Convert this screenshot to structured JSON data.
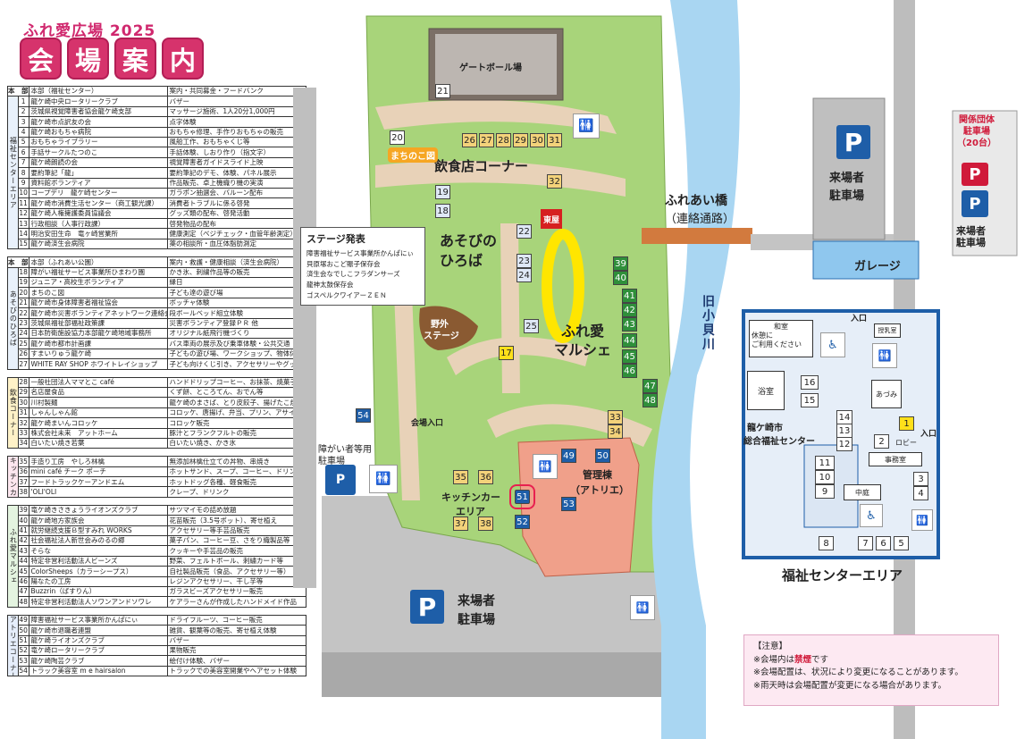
{
  "header": {
    "fair_title": "ふれ愛広場 2025",
    "title_chars": [
      "会",
      "場",
      "案",
      "内"
    ]
  },
  "booth_table": {
    "sections": [
      {
        "header": "本　部",
        "area_label": "福祉センターエリア",
        "hq_org": "本部（福祉センター）",
        "hq_desc": "案内・共同募金・フードバンク",
        "rows": [
          {
            "no": "1",
            "org": "龍ケ崎中央ロータリークラブ",
            "desc": "バザー"
          },
          {
            "no": "2",
            "org": "茨城県視覚障害者協会龍ケ崎支部",
            "desc": "マッサージ施術、1人20分1,000円"
          },
          {
            "no": "3",
            "org": "龍ケ崎市点訳友の会",
            "desc": "点字体験"
          },
          {
            "no": "4",
            "org": "龍ケ崎おもちゃ病院",
            "desc": "おもちゃ修理、手作りおもちゃの販売"
          },
          {
            "no": "5",
            "org": "おもちゃライブラリー",
            "desc": "風船工作、おもちゃくじ等"
          },
          {
            "no": "6",
            "org": "手話サークルたつのこ",
            "desc": "手話体験、しおり作り（指文字）"
          },
          {
            "no": "7",
            "org": "龍ケ崎朗読の会",
            "desc": "視覚障害者ガイドスライド上映"
          },
          {
            "no": "8",
            "org": "要約筆記「龍」",
            "desc": "要約筆記のデモ、体験、パネル展示"
          },
          {
            "no": "9",
            "org": "資料館ボランティア",
            "desc": "作品販売、卓上機織り機の実演"
          },
          {
            "no": "10",
            "org": "コープデリ　龍ケ崎センター",
            "desc": "ガラポン抽選会、バルーン配布"
          },
          {
            "no": "11",
            "org": "龍ケ崎市消費生活センター（商工観光課）",
            "desc": "消費者トラブルに係る啓発"
          },
          {
            "no": "12",
            "org": "龍ケ崎人権擁護委員協議会",
            "desc": "グッズ類の配布、啓発活動"
          },
          {
            "no": "13",
            "org": "行政相談（人事行政課）",
            "desc": "啓発物品の配布"
          },
          {
            "no": "14",
            "org": "明治安田生命　竜ヶ崎営業所",
            "desc": "健康測定（ベジチェック・血管年齢測定）"
          },
          {
            "no": "15",
            "org": "龍ケ崎済生会病院",
            "desc": "薬の相談所・血圧体脂肪測定"
          }
        ]
      },
      {
        "header": "本　部",
        "area_label": "あそびのひろば",
        "hq_org": "本部（ふれあい公園）",
        "hq_desc": "案内・救護・健康相談（済生会病院）",
        "rows": [
          {
            "no": "18",
            "org": "障がい福祉サービス事業所ひまわり園",
            "desc": "かき氷、刺繍作品等の販売"
          },
          {
            "no": "19",
            "org": "ジュニア・高校生ボランティア",
            "desc": "縁日"
          },
          {
            "no": "20",
            "org": "まちのこ図",
            "desc": "子ども達の遊び場"
          },
          {
            "no": "21",
            "org": "龍ケ崎市身体障害者福祉協会",
            "desc": "ボッチャ体験"
          },
          {
            "no": "22",
            "org": "龍ケ崎市災害ボランティアネットワーク連絡会",
            "desc": "段ボールベッド組立体験"
          },
          {
            "no": "23",
            "org": "茨城県福祉部福祉政策課",
            "desc": "災害ボランティア登録ＰＲ 他"
          },
          {
            "no": "24",
            "org": "日本防衛施設協力本部龍ケ崎地域事務所",
            "desc": "オリジナル紙飛行機づくり"
          },
          {
            "no": "25",
            "org": "龍ケ崎市都市計画課",
            "desc": "バス車両の展示及び乗車体験・公共交通"
          },
          {
            "no": "26",
            "org": "すまいりゅう龍ケ崎",
            "desc": "子どもの遊び場、ワークショップ、物体体験"
          },
          {
            "no": "27",
            "org": "WHITE RAY SHOP ホワイトレイショップ",
            "desc": "子ども向けくじ引き、アクセサリーやグッズの販売"
          }
        ]
      },
      {
        "header": "",
        "area_label": "飲食コーナー",
        "rows": [
          {
            "no": "28",
            "org": "一般社団法人ママとこ café",
            "desc": "ハンドドリップコーヒー、お抹茶、焼菓子等"
          },
          {
            "no": "29",
            "org": "名店屋食品",
            "desc": "くず餅、ところてん、おでん等"
          },
          {
            "no": "30",
            "org": "川村製麺",
            "desc": "龍ケ崎のまさば、とり皮餃子、揚げたこ焼き"
          },
          {
            "no": "31",
            "org": "しゃんしゃん館",
            "desc": "コロッケ、唐揚げ、弁当、プリン、アサイー"
          },
          {
            "no": "32",
            "org": "龍ケ崎まいんコロッケ",
            "desc": "コロッケ販売"
          },
          {
            "no": "33",
            "org": "株式会社未来　アットホーム",
            "desc": "豚汁とフランクフルトの販売"
          },
          {
            "no": "34",
            "org": "白いたい焼き若葉",
            "desc": "白いたい焼き、かき氷"
          }
        ]
      },
      {
        "header": "",
        "area_label": "キッチンカーコーナー",
        "rows": [
          {
            "no": "35",
            "org": "手造り工房　やしろ林檎",
            "desc": "無添加林檎仕立ての丼物、串焼き"
          },
          {
            "no": "36",
            "org": "mini café チーク ポーチ",
            "desc": "ホットサンド、スープ、コーヒー、ドリンク等"
          },
          {
            "no": "37",
            "org": "フードトラックケーアンドエム",
            "desc": "ホットドッグ各種、軽食販売"
          },
          {
            "no": "38",
            "org": "'OLI'OLI",
            "desc": "クレープ、ドリンク"
          }
        ]
      },
      {
        "header": "",
        "area_label": "ふれ愛マルシェ",
        "rows": [
          {
            "no": "39",
            "org": "竜ケ崎きさきょうライオンズクラブ",
            "desc": "サツマイモの詰め放題"
          },
          {
            "no": "40",
            "org": "龍ケ崎地方家族会",
            "desc": "花苗販売（3.5号ポット）、寄せ植え"
          },
          {
            "no": "41",
            "org": "就労継続支援Ｂ型すみれ WORKS",
            "desc": "アクセサリー等手芸品販売"
          },
          {
            "no": "42",
            "org": "社会福祉法人新世会みのるの郷",
            "desc": "菓子パン、コーヒー豆、さをり織製品等"
          },
          {
            "no": "43",
            "org": "そらな",
            "desc": "クッキーや手芸品の販売"
          },
          {
            "no": "44",
            "org": "特定非営利活動法人ビーンズ",
            "desc": "野菜、フェルトボール、刺繍カード等"
          },
          {
            "no": "45",
            "org": "ColorSheeps（カラーシープス）",
            "desc": "自社製品販売（食品、アクセサリー等）"
          },
          {
            "no": "46",
            "org": "陽なたの工房",
            "desc": "レジンアクセサリー、干し芋等"
          },
          {
            "no": "47",
            "org": "Buzzrin（ばすりん）",
            "desc": "ガラスビーズアクセサリー販売"
          },
          {
            "no": "48",
            "org": "特定非営利活動法人ソワンアンドソワレ",
            "desc": "ケアラーさんが作成したハンドメイド作品"
          }
        ]
      },
      {
        "header": "",
        "area_label": "アトリエコーナー",
        "rows": [
          {
            "no": "49",
            "org": "障害福祉サービス事業所かんぱにぃ",
            "desc": "ドライフルーツ、コーヒー販売"
          },
          {
            "no": "50",
            "org": "龍ケ崎市退職者連盟",
            "desc": "雑貨、観葉等の販売、寄せ植え体験"
          },
          {
            "no": "51",
            "org": "龍ケ崎ライオンズクラブ",
            "desc": "バザー"
          },
          {
            "no": "52",
            "org": "竜ケ崎ロータリークラブ",
            "desc": "果物販売"
          },
          {
            "no": "53",
            "org": "龍ケ崎陶芸クラブ",
            "desc": "絵付け体験、バザー"
          },
          {
            "no": "54",
            "org": "トラック美容室 m e hairsalon",
            "desc": "トラックでの美容室開業やヘアセット体験"
          }
        ]
      }
    ]
  },
  "map": {
    "labels": {
      "gateball": "ゲートボール場",
      "food_corner": "飲食店コーナー",
      "asobi": [
        "あそびの",
        "ひろば"
      ],
      "marche": [
        "ふれ愛",
        "マルシェ"
      ],
      "outdoor_stage": [
        "野外",
        "ステージ"
      ],
      "azumaya": "東屋",
      "machinoko": "まちのこ図",
      "bridge": "ふれあい橋",
      "bridge_sub": "（連絡通路）",
      "river": [
        "旧",
        "小",
        "貝",
        "川"
      ],
      "garage": "ガレージ",
      "visitor_parking_right": [
        "来場者",
        "駐車場"
      ],
      "visitor_parking_bottom": [
        "来場者",
        "駐車場"
      ],
      "venue_entrance": "会場入口",
      "accessible_parking": [
        "障がい者等用",
        "駐車場"
      ],
      "kitchen_area": [
        "キッチンカー",
        "エリア"
      ],
      "admin": [
        "管理棟",
        "（アトリエ）"
      ],
      "welfare_center_name": [
        "龍ケ崎市",
        "総合福祉センター"
      ],
      "welfare_area": "福祉センターエリア",
      "entrance": "入口",
      "entrance2": "入口",
      "washitsu": [
        "和室",
        "休憩に",
        "ご利用ください"
      ],
      "nursing": "授乳室",
      "bath": "浴室",
      "azumi": "あづみ",
      "lobby": "ロビー",
      "office": "事務室",
      "courtyard": "中庭",
      "group_parking": [
        "関係団体",
        "駐車場",
        "（20台）"
      ],
      "group_parking_sub": [
        "来場者",
        "駐車場"
      ]
    },
    "stage_program": {
      "title": "ステージ発表",
      "items": [
        "障害福祉サービス事業所かんぱにぃ",
        "貝原塚おこど賑子保存会",
        "済生会なでしこフラダンサーズ",
        "龍神太鼓保存会",
        "ゴスペルクワイアーＺＥＮ"
      ]
    },
    "booth_numbers": {
      "b21": "21",
      "b20": "20",
      "b26": "26",
      "b27": "27",
      "b28": "28",
      "b29": "29",
      "b30": "30",
      "b31": "31",
      "b32": "32",
      "b19": "19",
      "b18": "18",
      "b22": "22",
      "b23": "23",
      "b24": "24",
      "b25": "25",
      "b17": "17",
      "b39": "39",
      "b40": "40",
      "b41": "41",
      "b42": "42",
      "b43": "43",
      "b44": "44",
      "b45": "45",
      "b46": "46",
      "b47": "47",
      "b48": "48",
      "b33": "33",
      "b34": "34",
      "b54": "54",
      "b35": "35",
      "b36": "36",
      "b37": "37",
      "b38": "38",
      "b49": "49",
      "b50": "50",
      "b51": "51",
      "b52": "52",
      "b53": "53",
      "b16": "16",
      "b15": "15",
      "b14": "14",
      "b13": "13",
      "b12": "12",
      "b1": "1",
      "b2": "2",
      "b3": "3",
      "b4": "4",
      "b11": "11",
      "b10": "10",
      "b9": "9",
      "b8": "8",
      "b7": "7",
      "b6": "6",
      "b5": "5"
    },
    "parking_symbol": "P",
    "notice": {
      "title": "【注意】",
      "line1_pre": "※会場内は",
      "line1_red": "禁煙",
      "line1_post": "です",
      "line2": "※会場配置は、状況により変更になることがあります。",
      "line3": "※雨天時は会場配置が変更になる場合があります。"
    }
  },
  "colors": {
    "title_pink": "#d6336c",
    "park_green": "#a8d47a",
    "river_blue": "#a9d6f2",
    "road_gray": "#bdbdbd",
    "parking_blue": "#1e5ea8"
  }
}
